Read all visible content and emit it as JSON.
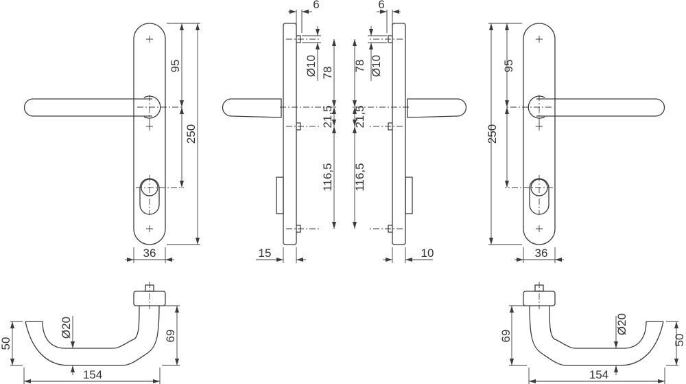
{
  "drawing": {
    "front_view": {
      "dim_plate_width": "36",
      "dim_handle_to_cylinder": "95",
      "dim_plate_height": "250"
    },
    "side_view_left": {
      "dim_screw_offset": "6",
      "dim_screw_diameter": "Ø10",
      "dim_top_to_spindle": "78",
      "dim_spindle_to_screw": "21,5",
      "dim_screw_to_bottom": "116,5",
      "dim_projection": "15"
    },
    "side_view_right": {
      "dim_screw_offset": "6",
      "dim_screw_diameter": "Ø10",
      "dim_top_to_spindle": "78",
      "dim_spindle_to_screw": "21,5",
      "dim_screw_to_bottom": "116,5",
      "dim_projection": "10"
    },
    "front_view_right": {
      "dim_plate_width": "36",
      "dim_handle_to_cylinder": "95",
      "dim_plate_height": "250"
    },
    "handle_top_left": {
      "dim_depth": "50",
      "dim_height": "69",
      "dim_diameter": "Ø20",
      "dim_length": "154"
    },
    "handle_top_right": {
      "dim_depth": "50",
      "dim_height": "69",
      "dim_diameter": "Ø20",
      "dim_length": "154"
    }
  }
}
